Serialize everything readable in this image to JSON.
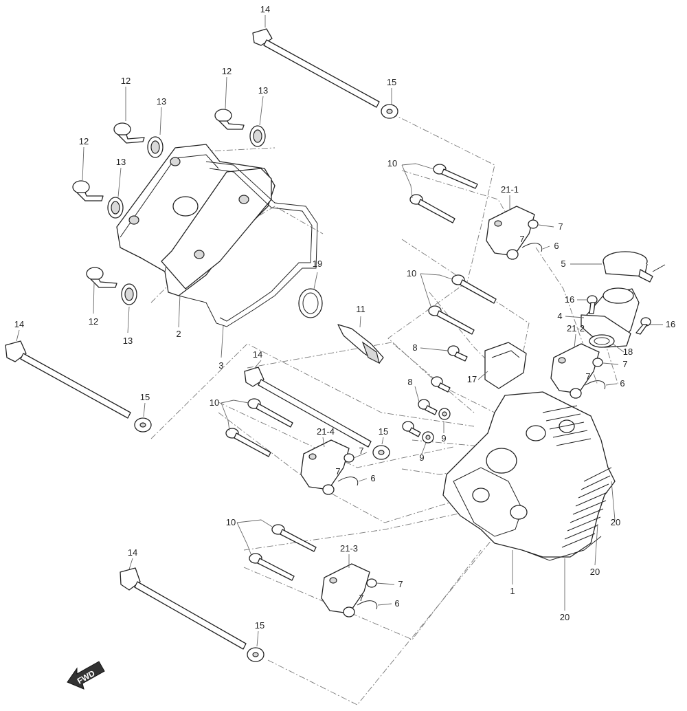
{
  "diagram": {
    "fwd_label": "FWD",
    "callouts": {
      "c1": "1",
      "c2": "2",
      "c3": "3",
      "c4": "4",
      "c5": "5",
      "c6": "6",
      "c7": "7",
      "c8": "8",
      "c9": "9",
      "c10": "10",
      "c11": "11",
      "c12": "12",
      "c13": "13",
      "c14": "14",
      "c15": "15",
      "c16": "16",
      "c17": "17",
      "c18": "18",
      "c19": "19",
      "c20": "20",
      "c21_1": "21-1",
      "c21_2": "21-2",
      "c21_3": "21-3",
      "c21_4": "21-4"
    }
  }
}
